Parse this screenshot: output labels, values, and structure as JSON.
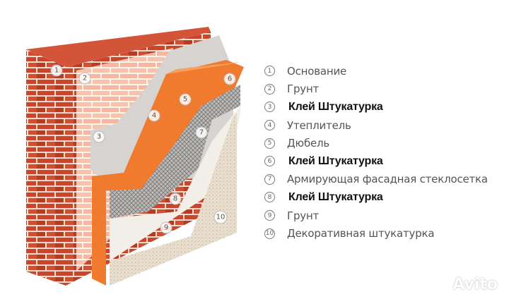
{
  "diagram": {
    "markers": [
      "1",
      "2",
      "3",
      "4",
      "5",
      "6",
      "7",
      "8",
      "9",
      "10"
    ],
    "colors": {
      "brick": "#c9452b",
      "mortar": "#f3d9cc",
      "insulation": "#f07a2e",
      "adhesive": "#d6d3d0",
      "plaster": "#e6d9c8",
      "primer": "#f1efe8"
    }
  },
  "legend": [
    {
      "num": "1",
      "text": "Основание",
      "bold": false
    },
    {
      "num": "2",
      "text": "Грунт",
      "bold": false
    },
    {
      "num": "3",
      "text": "Клей Штукатурка",
      "bold": true
    },
    {
      "num": "4",
      "text": "Утеплитель",
      "bold": false
    },
    {
      "num": "5",
      "text": "Дюбель",
      "bold": false
    },
    {
      "num": "6",
      "text": "Клей Штукатурка",
      "bold": true
    },
    {
      "num": "7",
      "text": "Армирующая фасадная стеклосетка",
      "bold": false
    },
    {
      "num": "8",
      "text": "Клей Штукатурка",
      "bold": true
    },
    {
      "num": "9",
      "text": "Грунт",
      "bold": false
    },
    {
      "num": "10",
      "text": "Декоративная штукатурка",
      "bold": false
    }
  ],
  "watermark": "Avito"
}
